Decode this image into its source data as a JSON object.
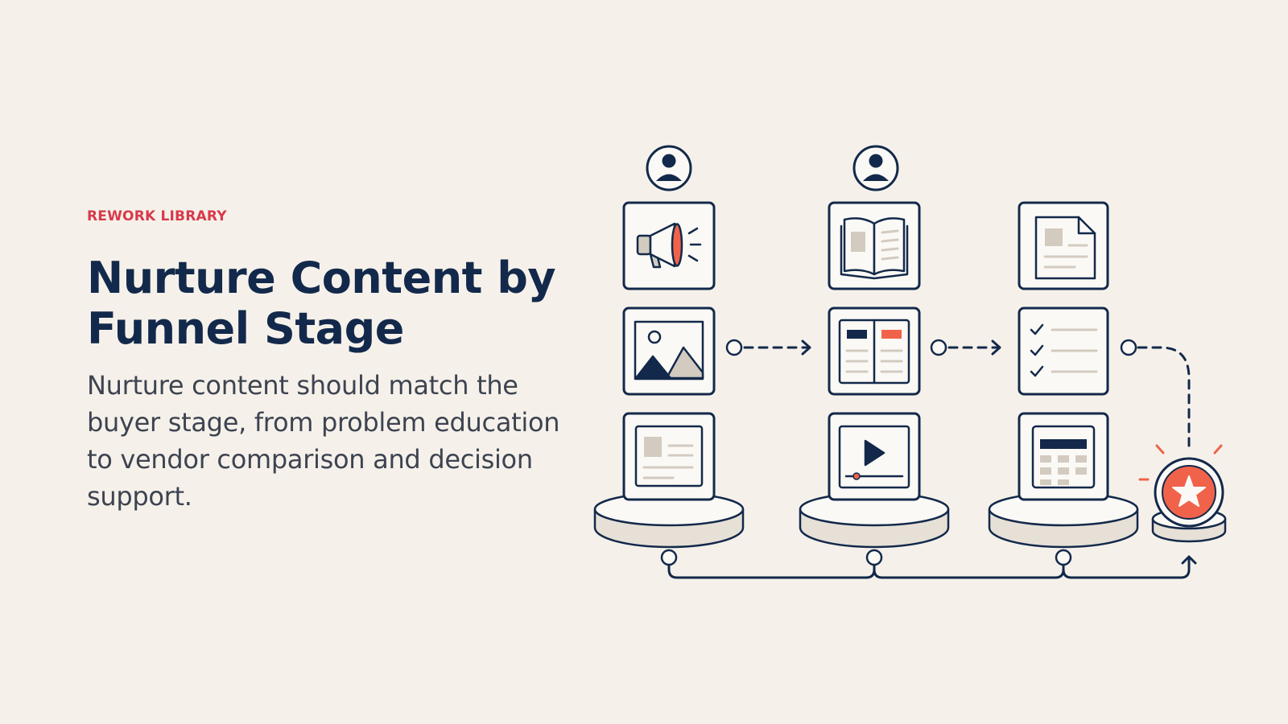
{
  "header": {
    "eyebrow": "REWORK LIBRARY",
    "title": "Nurture Content by Funnel Stage",
    "description": "Nurture content should match the buyer stage, from problem education to vendor comparison and decision support."
  },
  "diagram": {
    "stages": [
      {
        "has_persona": true,
        "cards": [
          "megaphone-icon",
          "image-icon",
          "article-icon"
        ]
      },
      {
        "has_persona": true,
        "cards": [
          "open-book-icon",
          "two-column-guide-icon",
          "video-player-icon"
        ]
      },
      {
        "has_persona": false,
        "cards": [
          "document-icon",
          "checklist-icon",
          "calculator-icon"
        ]
      }
    ],
    "outcome_icon": "star-badge-icon"
  },
  "colors": {
    "background": "#f5f1ea",
    "navy": "#13294b",
    "accent": "#f0634a",
    "eyebrow": "#d9394a",
    "body_text": "#3d4350",
    "placeholder": "#d3cbc0"
  }
}
